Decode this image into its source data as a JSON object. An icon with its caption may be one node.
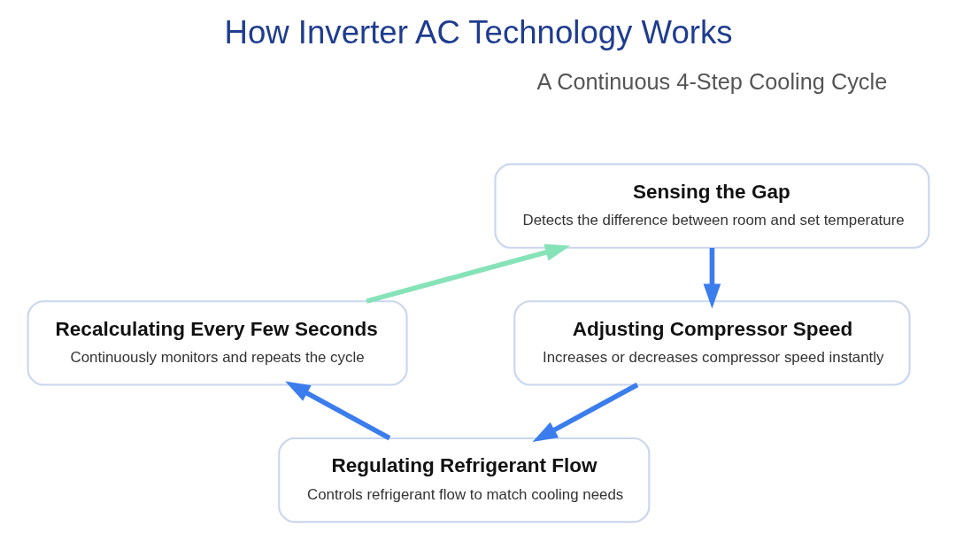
{
  "diagram": {
    "title": "How Inverter AC Technology Works",
    "nodes": [
      {
        "text": [
          "Sensing the Gap",
          "Detects the difference between room and set temperature"
        ]
      },
      {
        "text": [
          "Adjusting Compressor Speed",
          "Increases or decreases compressor speed instantly"
        ]
      },
      {
        "text": [
          "Regulating Refrigerant Flow",
          "Controls refrigerant flow to match cooling needs"
        ]
      },
      {
        "text": [
          "Recalculating Every Few Seconds",
          "Continuously monitors and repeats the cycle"
        ]
      }
    ],
    "edges": [
      {
        "from": 0,
        "to": 1,
        "arrow": "to"
      },
      {
        "from": 1,
        "to": 2,
        "arrow": "to"
      },
      {
        "from": 2,
        "to": 3,
        "arrow": "to"
      },
      {
        "from": 3,
        "to": 0,
        "arrow": "to",
        "color": "#86e3b8"
      }
    ],
    "labels": [
      "A Continuous 4-Step Cooling Cycle"
    ]
  }
}
